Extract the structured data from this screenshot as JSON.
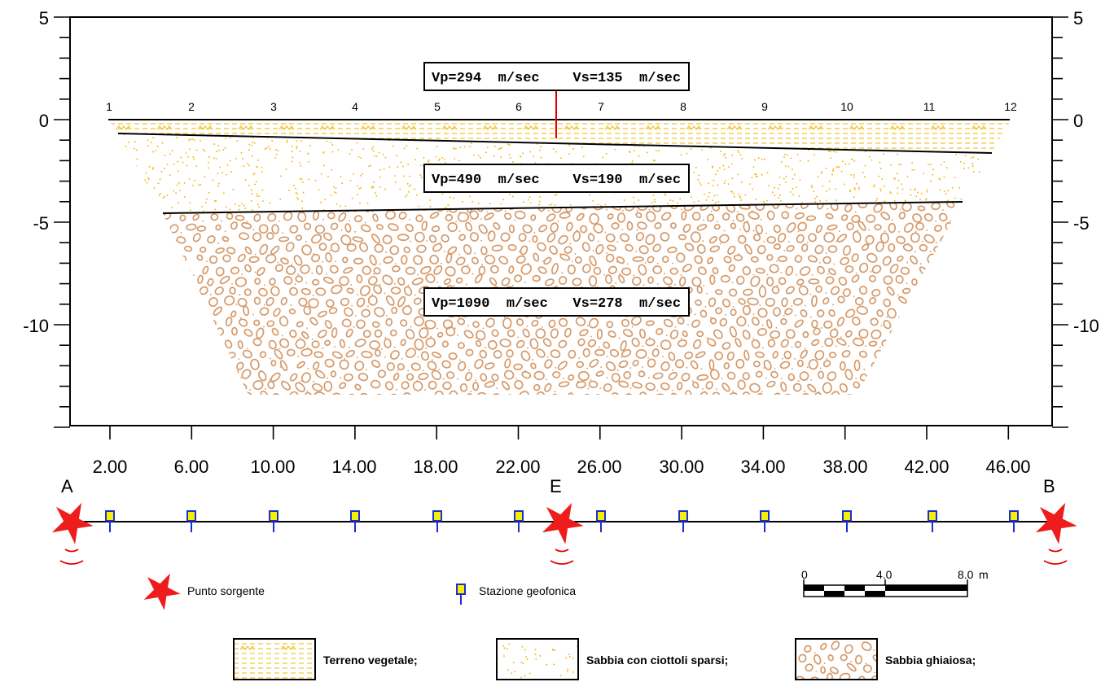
{
  "section": {
    "left_axis_ticks": [
      "5",
      "0",
      "-5",
      "-10"
    ],
    "right_axis_ticks": [
      "5",
      "0",
      "-5",
      "-10"
    ],
    "bottom_axis_ticks": [
      "2.00",
      "6.00",
      "10.00",
      "14.00",
      "18.00",
      "22.00",
      "26.00",
      "30.00",
      "34.00",
      "38.00",
      "42.00",
      "46.00"
    ],
    "geophone_numbers": [
      "1",
      "2",
      "3",
      "4",
      "5",
      "6",
      "7",
      "8",
      "9",
      "10",
      "11",
      "12"
    ],
    "layers": [
      {
        "velocity_label": "Vp=294  m/sec    Vs=135  m/sec",
        "vp": 294,
        "vs": 135,
        "material": "Terreno vegetale"
      },
      {
        "velocity_label": "Vp=490  m/sec    Vs=190  m/sec",
        "vp": 490,
        "vs": 190,
        "material": "Sabbia con ciottoli sparsi"
      },
      {
        "velocity_label": "Vp=1090  m/sec   Vs=278  m/sec",
        "vp": 1090,
        "vs": 278,
        "material": "Sabbia ghiaiosa"
      }
    ],
    "colors": {
      "vegetale": "#f4c430",
      "sabbia": "#f2b200",
      "ghiaia": "#d69a6a",
      "marker": "#e00000",
      "station_fill": "#f6f000",
      "station_stem": "#1a2fd0"
    }
  },
  "spread": {
    "shot_points": [
      "A",
      "E",
      "B"
    ]
  },
  "legend": {
    "source_label": "Punto sorgente",
    "station_label": "Stazione geofonica",
    "scale_labels": [
      "0",
      "4.0",
      "8.0"
    ],
    "scale_unit": "m",
    "materials": [
      "Terreno vegetale;",
      "Sabbia con ciottoli sparsi;",
      "Sabbia ghiaiosa;"
    ]
  }
}
